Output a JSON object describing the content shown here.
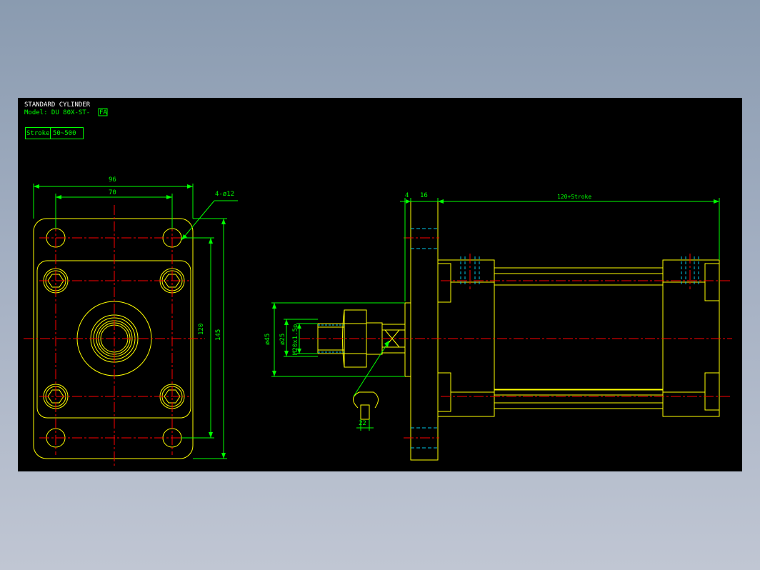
{
  "title_block": {
    "title": "STANDARD CYLINDER",
    "model_prefix": "Model: DU 80X-ST-",
    "model_suffix": "FA",
    "stroke_label": "Stroke",
    "stroke_range": "50~500"
  },
  "front_view": {
    "dim_width_outer": "96",
    "dim_width_holes": "70",
    "dim_holes": "4-ø12",
    "dim_height_holes": "120",
    "dim_height_outer": "145"
  },
  "side_view": {
    "dim_flange_thin": "4",
    "dim_flange": "16",
    "dim_body": "120+Stroke",
    "dim_rod_outer": "ø45",
    "dim_rod": "ø25",
    "dim_thread": "M20x1.5p",
    "dim_wrench": "22"
  },
  "colors": {
    "background": "#000000",
    "outline": "#ffff00",
    "dimension": "#00ff00",
    "centerline": "#ff0000",
    "hidden": "#00c8e8",
    "title_text": "#ffffff"
  }
}
